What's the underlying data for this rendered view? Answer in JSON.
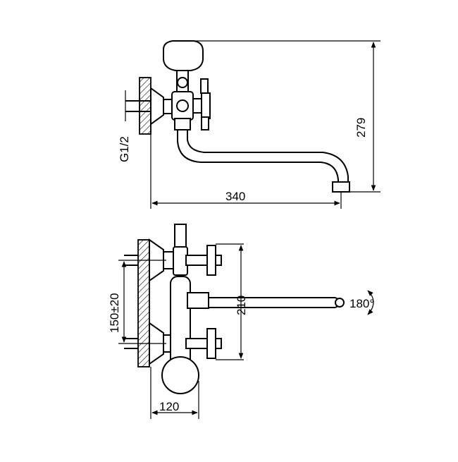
{
  "dimensions": {
    "width_overall": "340",
    "height_overall": "279",
    "thread": "G1/2",
    "centres": "150±20",
    "spacing_vertical": "210",
    "depth": "120",
    "rotation": "180°"
  }
}
